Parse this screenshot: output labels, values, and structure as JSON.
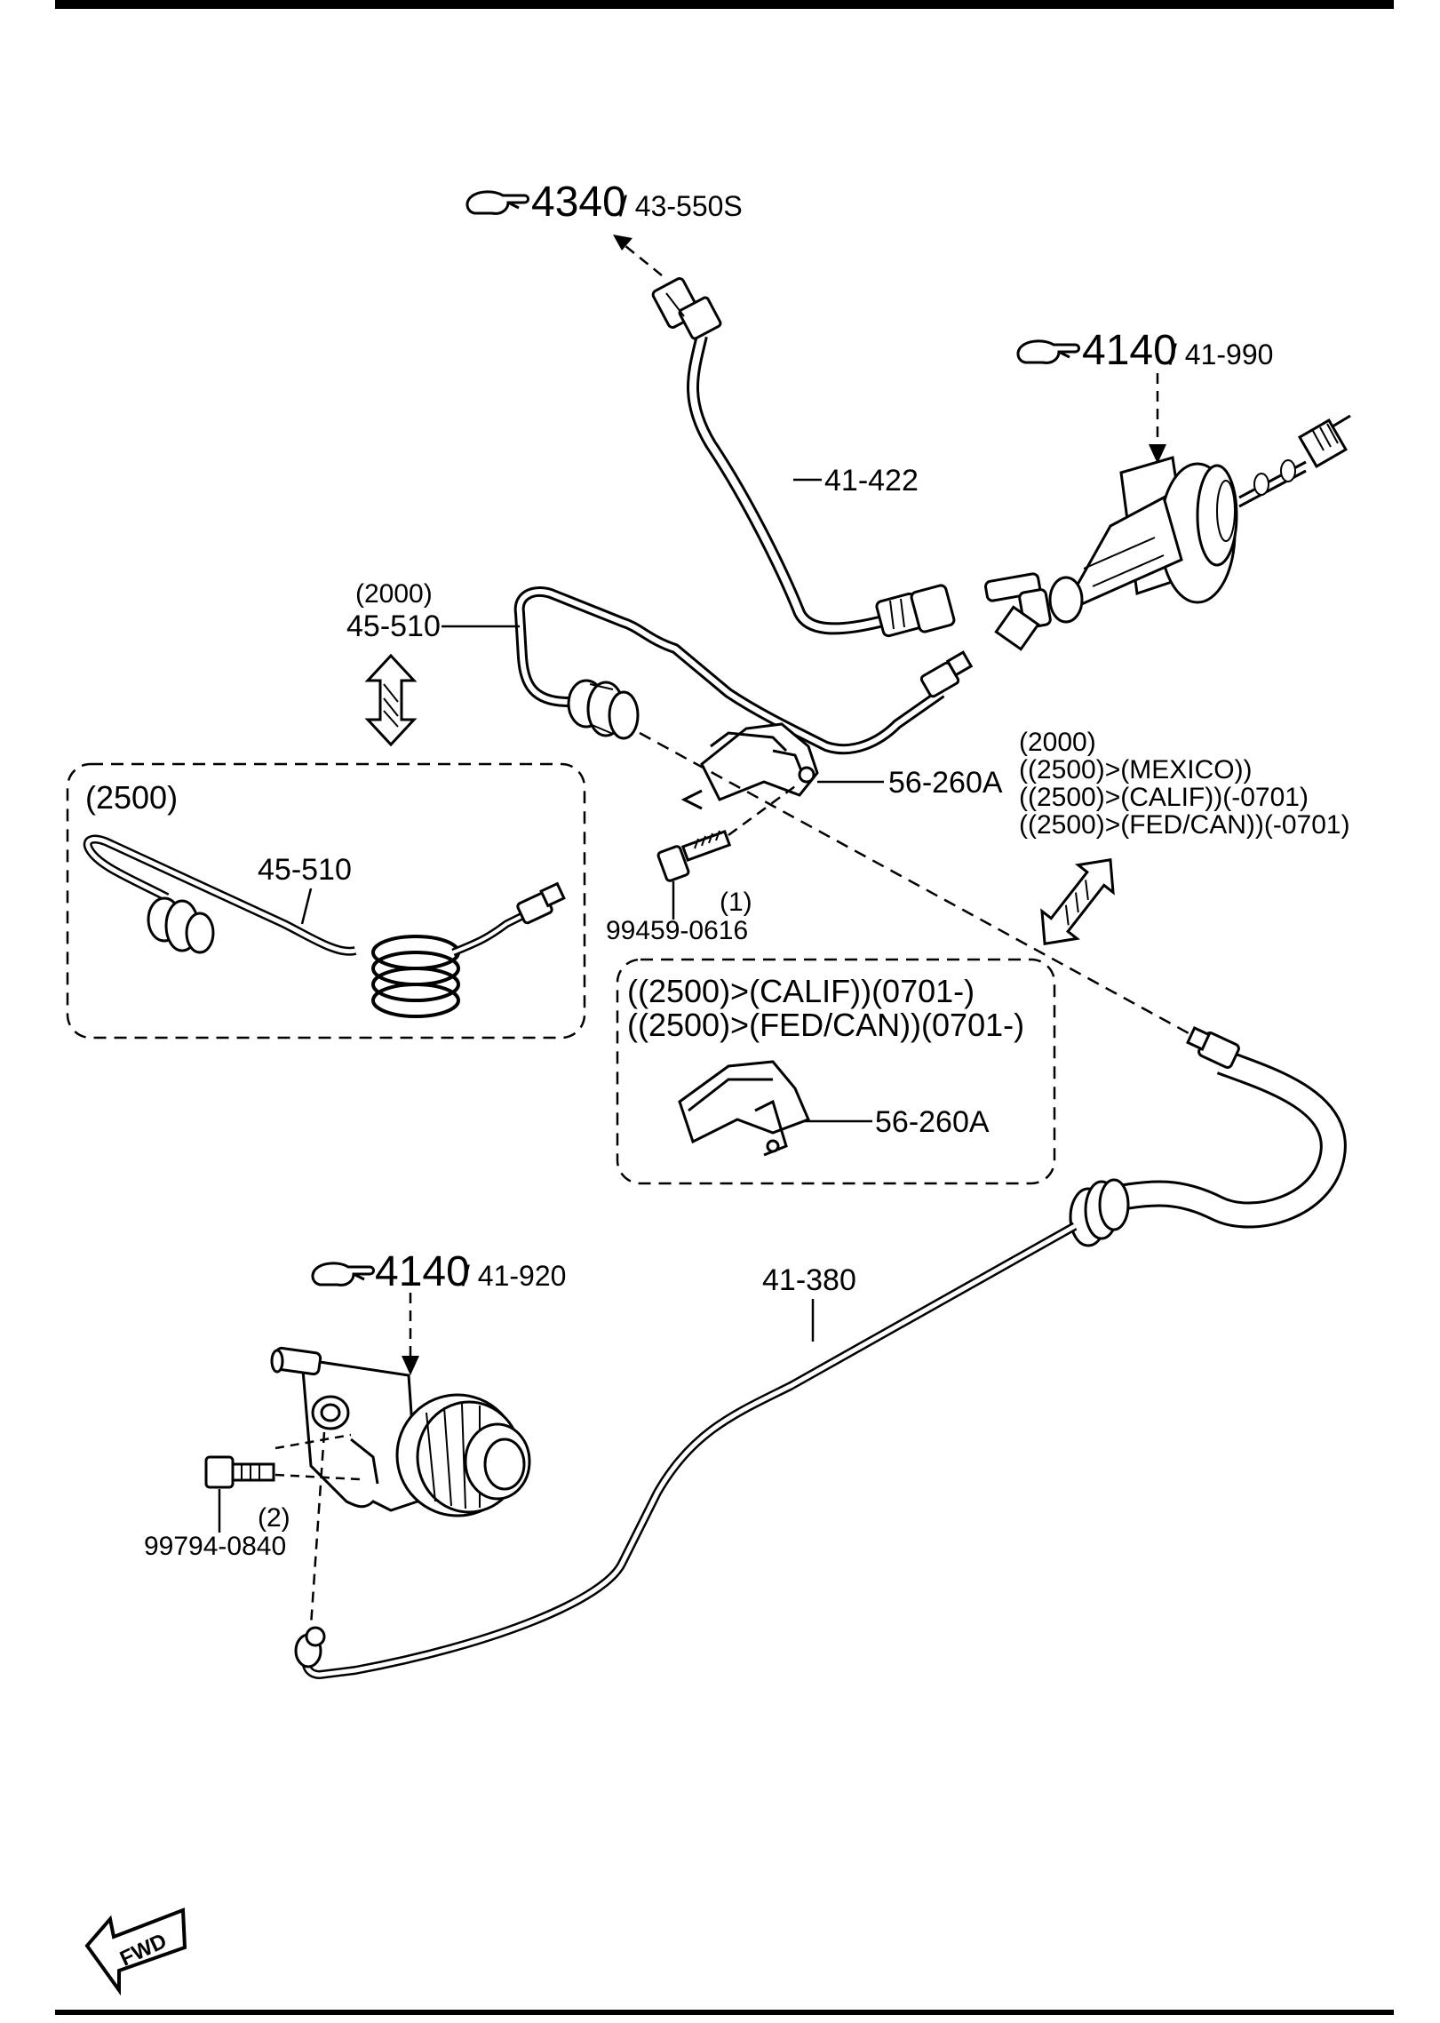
{
  "references": [
    {
      "id": "ref-4340",
      "big": "4340",
      "small": "/ 43-550S"
    },
    {
      "id": "ref-4140-top",
      "big": "4140",
      "small": "/ 41-990"
    },
    {
      "id": "ref-4140-bottom",
      "big": "4140",
      "small": "/ 41-920"
    }
  ],
  "parts": {
    "p41_422": "41-422",
    "p45_510_qual": "(2000)",
    "p45_510": "45-510",
    "p45_510_inset": "45-510",
    "inset_2500_title": "(2500)",
    "p56_260A": "56-260A",
    "p56_260A_inset": "56-260A",
    "bolt_qty1": "(1)",
    "bolt_99459": "99459-0616",
    "bolt_qty2": "(2)",
    "bolt_99794": "99794-0840",
    "p41_380": "41-380"
  },
  "applicability": [
    "(2000)",
    "((2500)>(MEXICO))",
    "((2500)>(CALIF))(-0701)",
    "((2500)>(FED/CAN))(-0701)"
  ],
  "inset_bracket_title": [
    "((2500)>(CALIF))(0701-)",
    "((2500)>(FED/CAN))(0701-)"
  ],
  "fwd_label": "FWD"
}
